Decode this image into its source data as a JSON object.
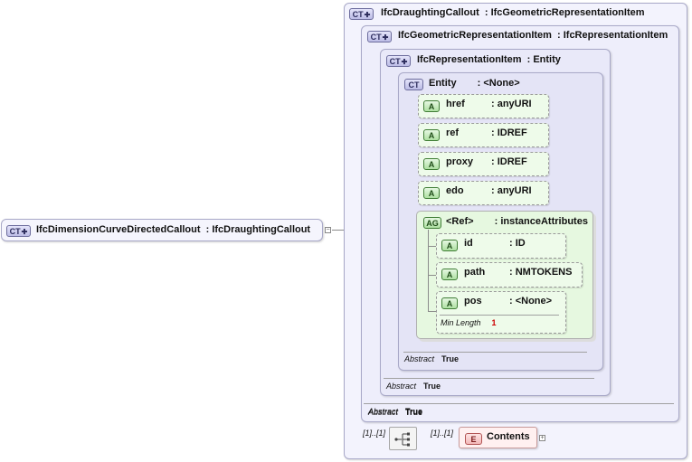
{
  "root": {
    "name": "IfcDimensionCurveDirectedCallout",
    "type": ": IfcDraughtingCallout"
  },
  "badges": {
    "ct": "CT",
    "a": "A",
    "ag": "AG",
    "e": "E"
  },
  "level1": {
    "name": "IfcDraughtingCallout",
    "type": ": IfcGeometricRepresentationItem",
    "abstract_label": "Abstract",
    "abstract_value": "True"
  },
  "level2": {
    "name": "IfcGeometricRepresentationItem",
    "type": ": IfcRepresentationItem",
    "abstract_label": "Abstract",
    "abstract_value": "True"
  },
  "level3": {
    "name": "IfcRepresentationItem",
    "type": ": Entity",
    "abstract_label": "Abstract",
    "abstract_value": "True"
  },
  "level4": {
    "name": "Entity",
    "type": ": <None>",
    "abstract_label": "Abstract",
    "abstract_value": "True"
  },
  "attributes": [
    {
      "name": "href",
      "type": ": anyURI"
    },
    {
      "name": "ref",
      "type": ": IDREF"
    },
    {
      "name": "proxy",
      "type": ": IDREF"
    },
    {
      "name": "edo",
      "type": ": anyURI"
    }
  ],
  "attribute_group": {
    "name": "<Ref>",
    "type": ": instanceAttributes",
    "attributes": [
      {
        "name": "id",
        "type": ": ID"
      },
      {
        "name": "path",
        "type": ": NMTOKENS"
      },
      {
        "name": "pos",
        "type": ": <None>",
        "facet_label": "Min Length",
        "facet_value": "1"
      }
    ]
  },
  "sequence": {
    "cardinality_left": "[1]..[1]",
    "cardinality_right": "[1]..[1]"
  },
  "contents": {
    "name": "Contents"
  },
  "colors": {
    "complex_type": "#e4e4f6",
    "attribute": "#eefbea",
    "element": "#fff0f0",
    "facet_value": "#cc0000"
  }
}
